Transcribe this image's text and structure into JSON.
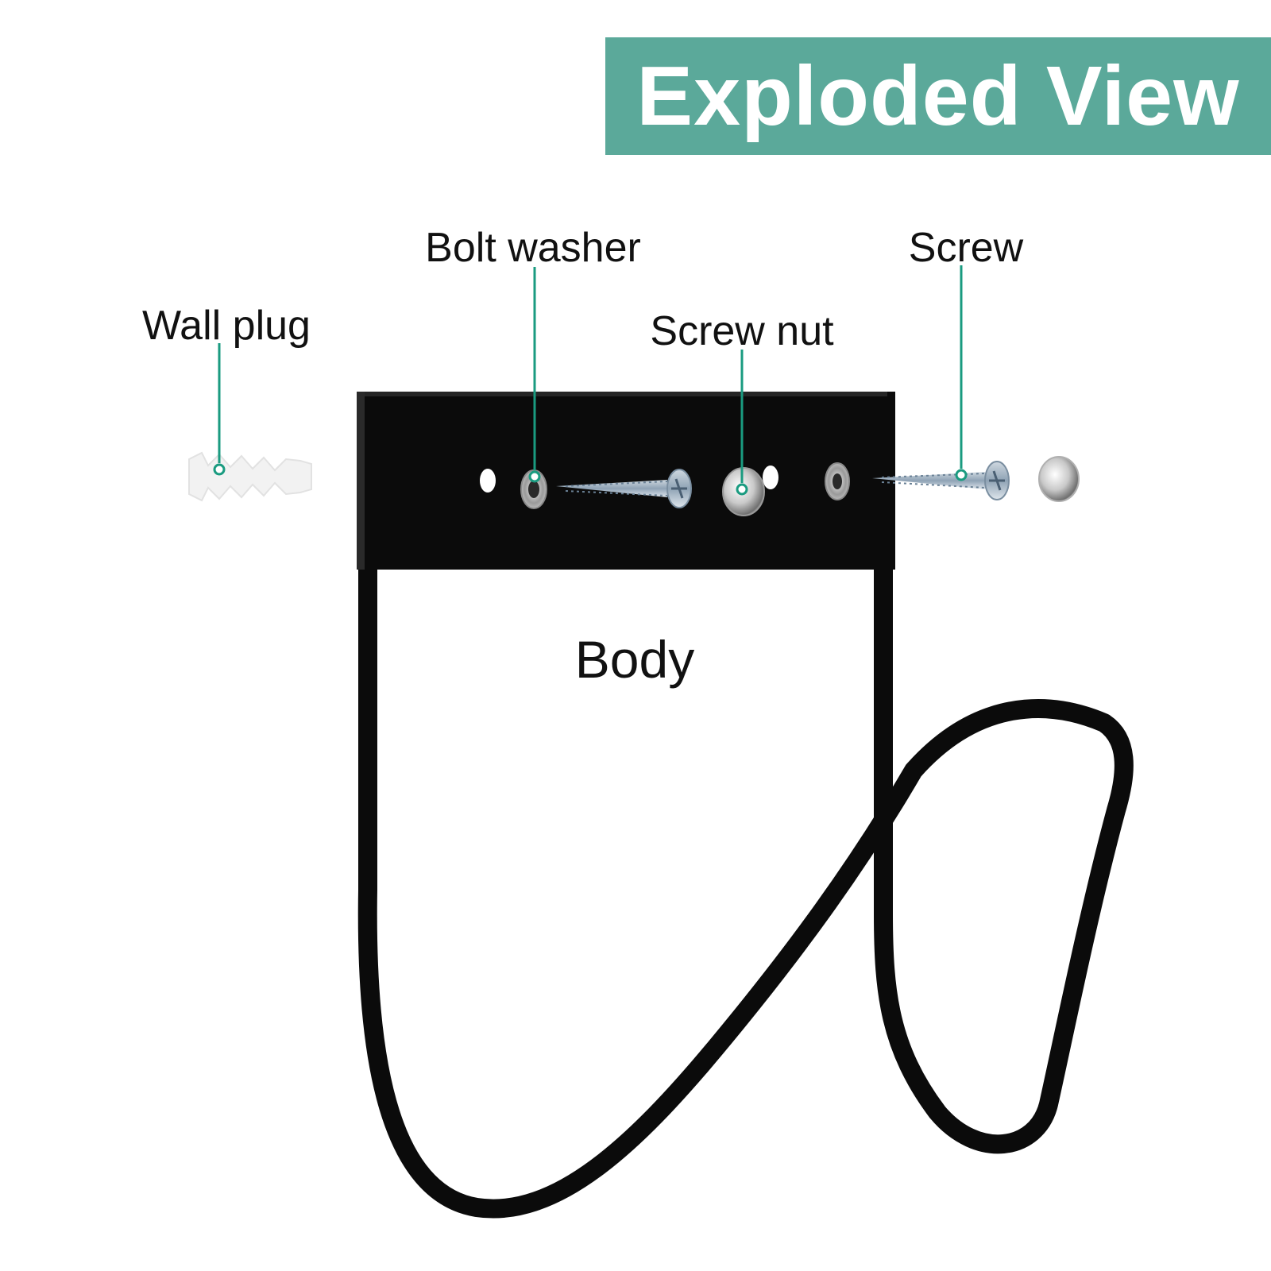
{
  "banner": {
    "title": "Exploded View",
    "color": "#5ba99a"
  },
  "labels": {
    "wall_plug": "Wall plug",
    "bolt_washer": "Bolt washer",
    "screw_nut": "Screw nut",
    "screw": "Screw",
    "body": "Body"
  },
  "colors": {
    "leader_line": "#1a9b80",
    "bracket": "#0b0b0b",
    "label_text": "#111111"
  }
}
